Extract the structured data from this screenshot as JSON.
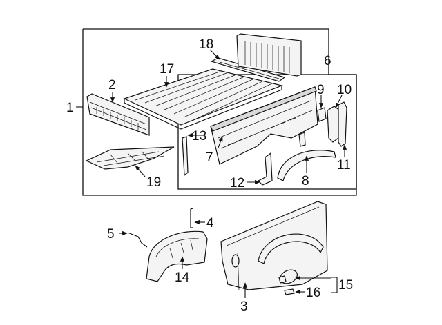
{
  "callouts": {
    "c1": "1",
    "c2": "2",
    "c3": "3",
    "c4": "4",
    "c5": "5",
    "c6": "6",
    "c7": "7",
    "c8": "8",
    "c9": "9",
    "c10": "10",
    "c11": "11",
    "c12": "12",
    "c13": "13",
    "c14": "14",
    "c15": "15",
    "c16": "16",
    "c17": "17",
    "c18": "18",
    "c19": "19"
  },
  "colors": {
    "ink": "#111111",
    "part_fill": "#f4f4f4",
    "background": "#ffffff"
  }
}
